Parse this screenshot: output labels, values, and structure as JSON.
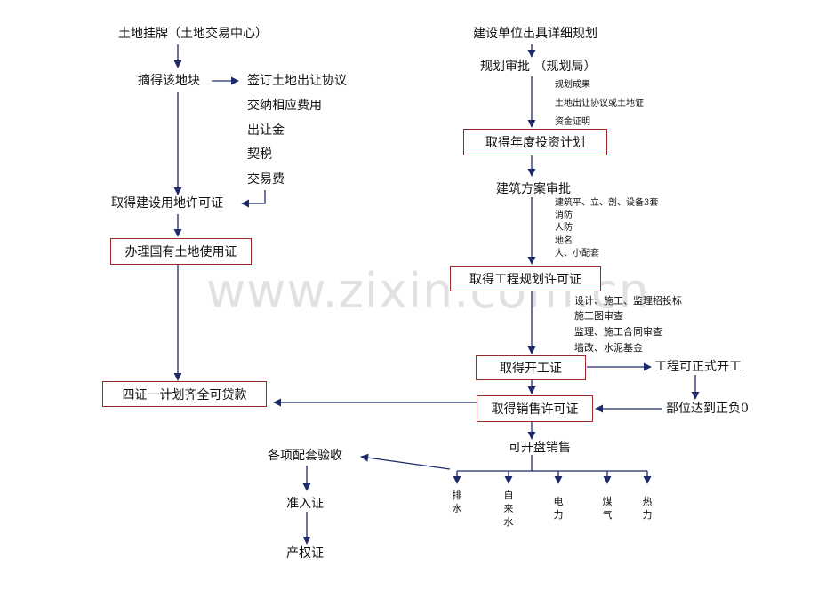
{
  "left": {
    "start": "土地挂牌（土地交易中心）",
    "obtain_land": "摘得该地块",
    "sign_agreement": "签订土地出让协议",
    "pay_fees": "交纳相应费用",
    "fee_items": [
      "出让金",
      "契税",
      "交易费"
    ],
    "land_use_permit": "取得建设用地许可证",
    "state_land_cert": "办理国有土地使用证",
    "loan": "四证一计划齐全可贷款"
  },
  "right": {
    "start": "建设单位出具详细规划",
    "planning_review": "规划审批 （规划局）",
    "planning_docs": [
      "规划成果",
      "土地出让协议或土地证",
      "资金证明"
    ],
    "annual_plan": "取得年度投资计划",
    "design_review": "建筑方案审批",
    "design_docs": [
      "建筑平、立、剖、设备3套",
      "消防",
      "人防",
      "地名",
      "大、小配套"
    ],
    "engineering_permit": "取得工程规划许可证",
    "construction_docs": [
      "设计、施工、监理招投标",
      "施工图审查",
      "监理、施工合同审查",
      "墙改、水泥基金"
    ],
    "start_permit": "取得开工证",
    "formal_start": "工程可正式开工",
    "reach_zero": "部位达到正负0",
    "sales_permit": "取得销售许可证",
    "open_sales": "可开盘销售"
  },
  "bottom": {
    "acceptance": "各项配套验收",
    "access_cert": "准入证",
    "property_cert": "产权证",
    "utilities": [
      "排水",
      "自来水",
      "电力",
      "煤气",
      "热力"
    ]
  },
  "watermark": "www.zixin.com.cn",
  "colors": {
    "arrow": "#1f2a6b",
    "box_border": "#9b2a2a"
  }
}
